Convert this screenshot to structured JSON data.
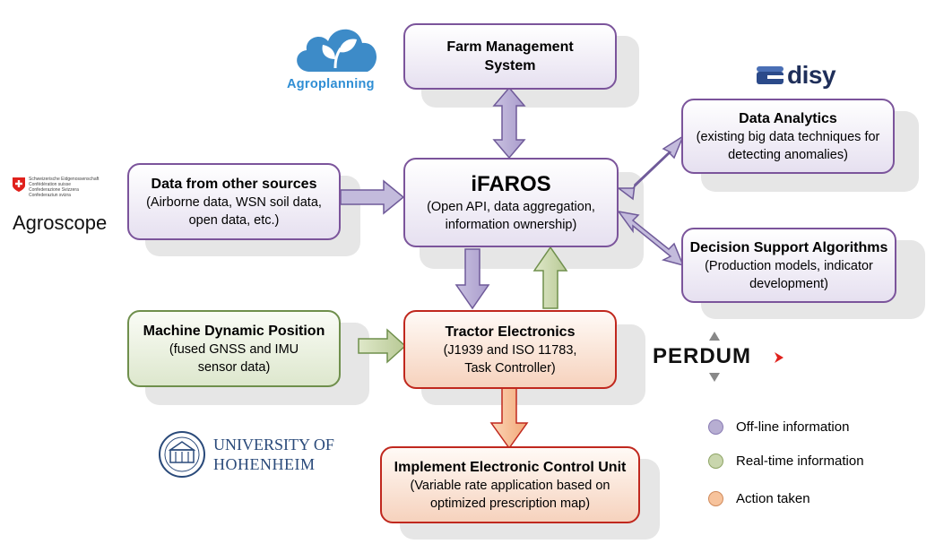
{
  "boxes": {
    "fms": {
      "title": "Farm Management\nSystem"
    },
    "ifaros": {
      "title": "iFAROS",
      "subtitle": "(Open API, data aggregation,\ninformation ownership)"
    },
    "other_sources": {
      "title": "Data from other sources",
      "subtitle": "(Airborne data, WSN soil data,\nopen data, etc.)"
    },
    "data_analytics": {
      "title": "Data Analytics",
      "subtitle": "(existing big data techniques for\ndetecting anomalies)"
    },
    "decision_support": {
      "title": "Decision Support Algorithms",
      "subtitle": "(Production models, indicator\ndevelopment)"
    },
    "machine_position": {
      "title": "Machine Dynamic Position",
      "subtitle": "(fused GNSS and IMU\nsensor data)"
    },
    "tractor": {
      "title": "Tractor Electronics",
      "subtitle": "(J1939 and ISO 11783,\nTask Controller)"
    },
    "implement": {
      "title": "Implement Electronic Control Unit",
      "subtitle": "(Variable rate application based on\noptimized prescription map)"
    }
  },
  "logos": {
    "agroplanning": "Agroplanning",
    "disy": "disy",
    "agroscope": "Agroscope",
    "agroscope_small": [
      "Schweizerische Eidgenossenschaft",
      "Confédération suisse",
      "Confederazione Svizzera",
      "Confederaziun svizra"
    ],
    "perdum": "PERDUM",
    "hohenheim_line1": "UNIVERSITY OF",
    "hohenheim_line2": "HOHENHEIM"
  },
  "legend": [
    {
      "label": "Off-line information",
      "color": "#b7aed2",
      "border": "#8a7cb4"
    },
    {
      "label": "Real-time information",
      "color": "#c9d6ad",
      "border": "#8ea465"
    },
    {
      "label": "Action taken",
      "color": "#f7c39c",
      "border": "#d08a5b"
    }
  ],
  "colors": {
    "offline": "#b7aed2",
    "realtime": "#c9d6ad",
    "action": "#f7c39c"
  }
}
